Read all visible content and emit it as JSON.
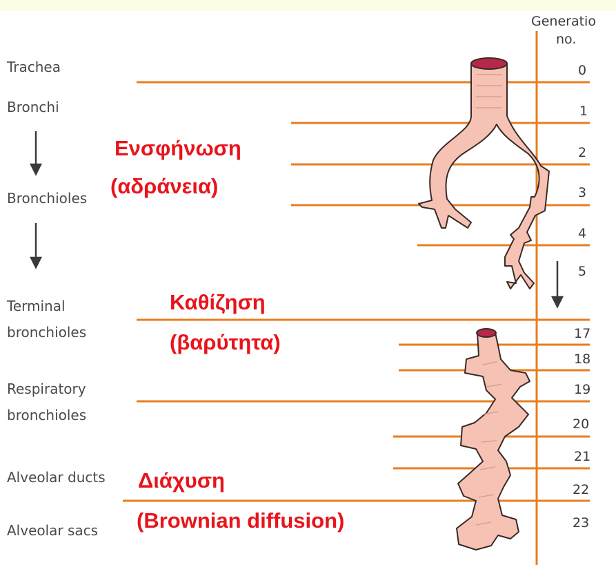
{
  "colors": {
    "line": "#e87d1f",
    "airway_fill": "#f6c2b4",
    "airway_stroke": "#3a2a25",
    "annotation": "#e8141b",
    "arrow": "#3a3a3a",
    "top_band": "#fdfce4"
  },
  "generation_header": {
    "line1": "Generatio",
    "line2": "no."
  },
  "labels": {
    "trachea": "Trachea",
    "bronchi": "Bronchi",
    "bronchioles": "Bronchioles",
    "terminal_bronchioles_1": "Terminal",
    "terminal_bronchioles_2": "bronchioles",
    "respiratory_bronchioles_1": "Respiratory",
    "respiratory_bronchioles_2": "bronchioles",
    "alveolar_ducts": "Alveolar ducts",
    "alveolar_sacs": "Alveolar sacs"
  },
  "generations": {
    "g0": "0",
    "g1": "1",
    "g2": "2",
    "g3": "3",
    "g4": "4",
    "g5": "5",
    "g17": "17",
    "g18": "18",
    "g19": "19",
    "g20": "20",
    "g21": "21",
    "g22": "22",
    "g23": "23"
  },
  "annotations": {
    "impaction_1": "Ενσφήνωση",
    "impaction_2": "(αδράνεια)",
    "sedimentation_1": "Καθίζηση",
    "sedimentation_2": "(βαρύτητα)",
    "diffusion_1": "Διάχυση",
    "diffusion_2": "(Brownian diffusion)"
  }
}
